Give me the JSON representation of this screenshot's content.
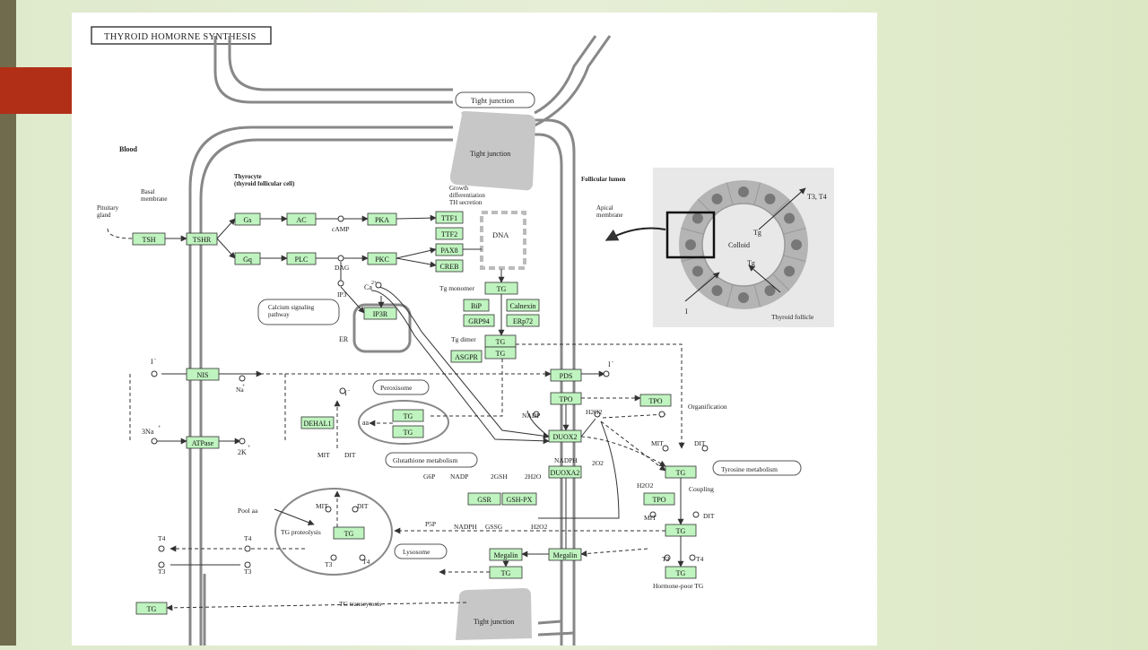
{
  "slide": {
    "accent_color": "#b22f17",
    "strip_color": "#6f6b4c",
    "background_color": "#e2ecd0"
  },
  "diagram": {
    "title": "THYROID HOMORNE SYNTHESIS",
    "node_fill": "#bff3bf",
    "labels": {
      "blood": "Blood",
      "basal_membrane": "Basal\nmembrane",
      "pituitary": "Pituitary\ngland",
      "thyrocyte": "Thyrocyte\n(thyroid follicular cell)",
      "tight_junction_top": "Tight junction",
      "tight_junction_label": "Tight junction",
      "tight_junction_bottom": "Tight junction",
      "growth": "Growth\ndifferentiation\nTH secretion",
      "follicular_lumen": "Follicular lumen",
      "apical_membrane": "Apical\nmembrane",
      "camp": "cAMP",
      "dag": "DAG",
      "ip3": "IP3",
      "ca": "Ca",
      "ca_sup": "2+",
      "dna": "DNA",
      "tg_monomer": "Tg monomer",
      "tg_dimer": "Tg dimer",
      "er": "ER",
      "calcium_pathway": "Calcium signaling\npathway",
      "iodide": "I",
      "iodide_sup": "-",
      "na": "Na",
      "na_sup": "+",
      "na3": "3Na",
      "k2": "2K",
      "k_sup": "+",
      "peroxisome": "Peroxisome",
      "aa": "aa",
      "nadp_top": "NADP",
      "h2o2": "H2O2",
      "nadph_top": "NADPH",
      "o2": "2O2",
      "organification": "Organification",
      "mit": "MIT",
      "dit": "DIT",
      "glutathione": "Glutathione metabolism",
      "g6p": "G6P",
      "nadp": "NADP",
      "gsh": "2GSH",
      "h2o": "2H2O",
      "p5p": "P5P",
      "nadph": "NADPH",
      "gssg": "GSSG",
      "h2o2_small": "H2O2",
      "tyrosine": "Tyrosine metabolism",
      "coupling": "Coupling",
      "pool_aa": "Pool aa",
      "tg_proteolysis": "TG proteolysis",
      "t4": "T4",
      "t3": "T3",
      "lysosome": "Lysosome",
      "hormone_poor": "Hormone-poor TG",
      "tg_transcytosis": "TG transcytosis",
      "colloid": "Colloid",
      "tg": "Tg",
      "t3t4": "T3, T4",
      "thyroid_follicle": "Thyroid follicle"
    },
    "nodes": {
      "tsh": "TSH",
      "tshr": "TSHR",
      "gs": "Gs",
      "gq": "Gq",
      "ac": "AC",
      "plc": "PLC",
      "pka": "PKA",
      "pkc": "PKC",
      "ttf1": "TTF1",
      "ttf2": "TTF2",
      "pax8": "PAX8",
      "creb": "CREB",
      "tg_mono": "TG",
      "bip": "BiP",
      "calnexin": "Calnexin",
      "grp94": "GRP94",
      "erp72": "ERp72",
      "ip3r": "IP3R",
      "tg_d1": "TG",
      "tg_d2": "TG",
      "asgpr": "ASGPR",
      "nis": "NIS",
      "atpase": "ATPase",
      "pds": "PDS",
      "tpo1": "TPO",
      "tpo2": "TPO",
      "dehal1": "DEHAL1",
      "tg_p1": "TG",
      "tg_p2": "TG",
      "duox2": "DUOX2",
      "duoxa2": "DUOXA2",
      "gsr": "GSR",
      "gshpx": "GSH-PX",
      "tg_org": "TG",
      "tpo3": "TPO",
      "tg_coup": "TG",
      "tg_lys": "TG",
      "megalin1": "Megalin",
      "megalin2": "Megalin",
      "tg_meg": "TG",
      "tg_hp": "TG",
      "tg_out": "TG"
    }
  }
}
